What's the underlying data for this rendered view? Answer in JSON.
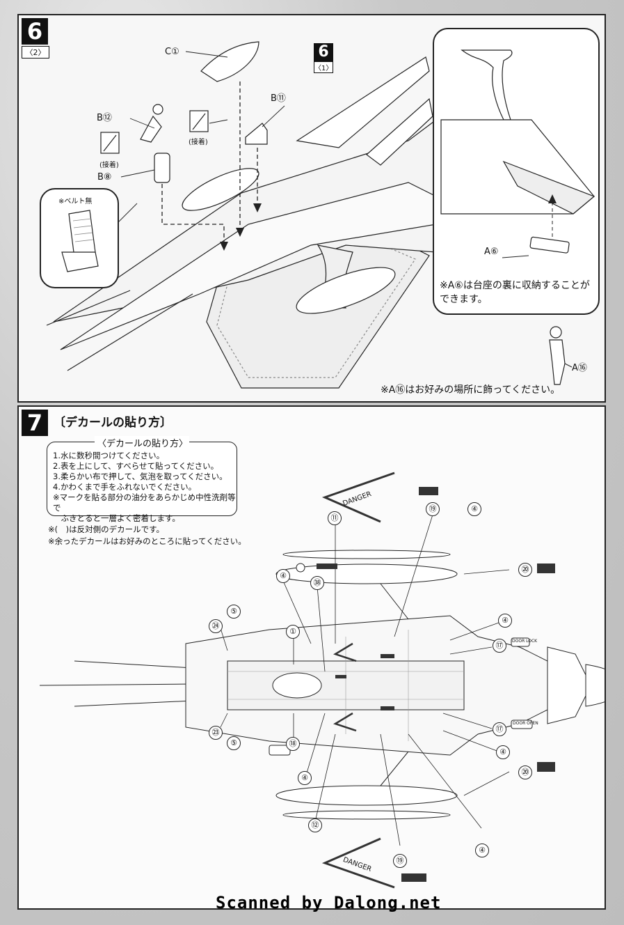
{
  "step6": {
    "number": "6",
    "sub": "〈2〉",
    "ref_number": "6",
    "ref_sub": "〈1〉",
    "labels": {
      "c1": "C①",
      "b11": "B⑪",
      "b12": "B⑫",
      "b8": "B⑧",
      "glue1": "(接着)",
      "glue2": "(接着)",
      "no_belt": "※ベルト無",
      "a6": "A⑥",
      "a16": "A⑯"
    },
    "note_stand": "※A⑥は台座の裏に収納することができます。",
    "note_pilot": "※A⑯はお好みの場所に飾ってください。"
  },
  "step7": {
    "number": "7",
    "title": "〔デカールの貼り方〕",
    "instructions_title": "〈デカールの貼り方〉",
    "instructions": [
      "1.水に数秒間つけてください。",
      "2.表を上にして、すべらせて貼ってください。",
      "3.柔らかい布で押して、気泡を取ってください。",
      "4.かわくまで手をふれないでください。",
      "※マークを貼る部分の油分をあらかじめ中性洗剤等で",
      "　ふきとると一層よく密着します。"
    ],
    "notes": [
      "※(　)は反対側のデカールです。",
      "※余ったデカールはお好みのところに貼ってください。"
    ],
    "callouts": [
      "⑪",
      "⑲",
      "④",
      "⑳",
      "④",
      "㊳",
      "①",
      "⑤",
      "㉔",
      "④",
      "⑰",
      "⑰",
      "④",
      "㉓",
      "⑤",
      "⑱",
      "④",
      "⑳",
      "⑫",
      "⑲",
      "④"
    ],
    "decal_texts": {
      "danger_top": "DANGER",
      "danger_bottom": "DANGER",
      "door_lock": "DOOR LOCK",
      "door_open": "DOOR OPEN"
    }
  },
  "footer": "Scanned by Dalong.net"
}
